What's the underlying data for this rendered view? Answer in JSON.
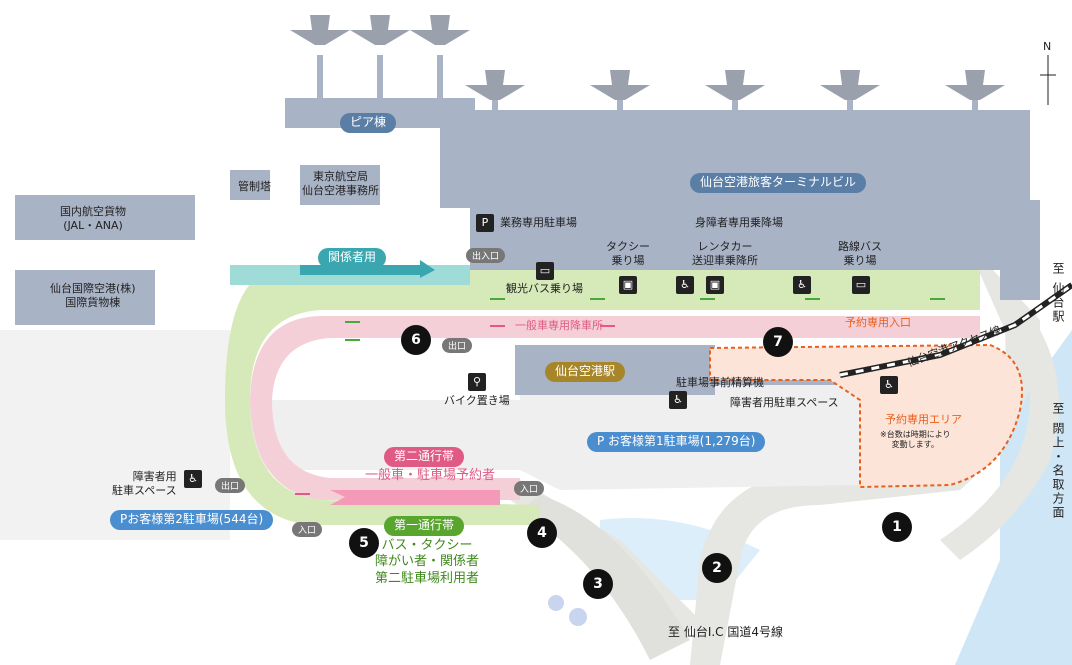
{
  "labels": {
    "pier": "ピア棟",
    "terminal": "仙台空港旅客ターミナルビル",
    "tower": "管制塔",
    "civil_aviation": "東京航空局\n仙台空港事務所",
    "domestic_cargo": "国内航空貨物\n(JAL・ANA)",
    "intl_cargo": "仙台国際空港(株)\n国際貨物棟",
    "staff_lane": "関係者用",
    "business_parking": "業務専用駐車場",
    "in_out": "出入口",
    "taxi": "タクシー\n乗り場",
    "handicap_loading": "身障者専用乗降場",
    "rental_car": "レンタカー\n送迎車乗降所",
    "route_bus": "路線バス\n乗り場",
    "tour_bus": "観光バス乗り場",
    "general_dropoff": "一般車専用降車所",
    "reserved_entrance": "予約専用入口",
    "exit": "出口",
    "entrance": "入口",
    "station": "仙台空港駅",
    "access_line": "仙台空港アクセス線",
    "pay_station": "駐車場事前精算機",
    "disabled_parking": "障害者用駐車スペース",
    "bike_parking": "バイク置き場",
    "reserved_area": "予約専用エリア",
    "reserved_note": "※台数は時期により\n変動します。",
    "parking1": "P お客様第1駐車場(1,279台)",
    "parking2": "Pお客様第2駐車場(544台)",
    "disabled_parking_left": "障害者用\n駐車スペース",
    "lane2_title": "第二通行帯",
    "lane2_desc": "一般車・駐車場予約者",
    "lane1_title": "第一通行帯",
    "lane1_desc": "バス・タクシー\n障がい者・関係者\n第二駐車場利用者",
    "to_sendai_station": "至 仙台駅",
    "to_natori": "至 閖上・名取方面",
    "to_sendai_ic": "至 仙台I.C 国道4号線",
    "north_mark": "N"
  },
  "markers": [
    "1",
    "2",
    "3",
    "4",
    "5",
    "6",
    "7"
  ],
  "icons": {
    "parking": "P",
    "wheelchair": "♿",
    "car": "▣",
    "bus": "▭",
    "bike": "⚲",
    "train": "▤"
  },
  "colors": {
    "building": "#a9b3c6",
    "road": "#e6e6e3",
    "green_lane": "#d6e9b8",
    "pink_lane": "#f4cfd8",
    "teal": "#9fdcd8",
    "water": "#cfe6f6",
    "orange_area": "#fde4d8",
    "orange": "#e8601c",
    "blue_pill": "#4a8ed0",
    "label_pill": "#5b7ea6",
    "green": "#58a62e",
    "pink": "#e05a86",
    "station_gold": "#a7862a",
    "staff_teal": "#3aa7b0"
  }
}
